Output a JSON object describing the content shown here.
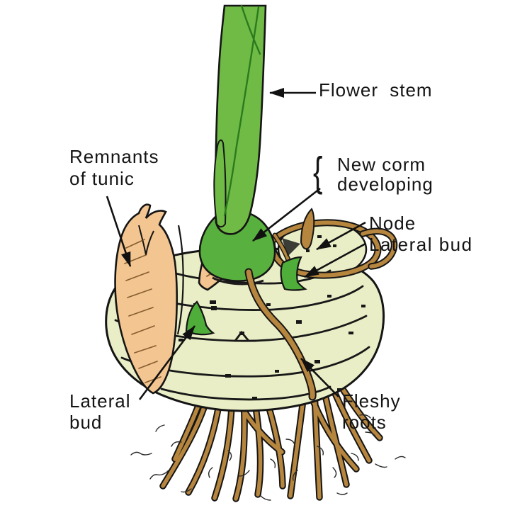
{
  "labels": {
    "flower_stem": "Flower stem",
    "remnants_of_tunic": {
      "line1": "Remnants",
      "line2": "of tunic"
    },
    "new_corm": {
      "brace": "{",
      "line1": "New corm",
      "line2": "developing"
    },
    "node": "Node",
    "lateral_bud_right": "Lateral bud",
    "lateral_bud_left": {
      "line1": "Lateral",
      "line2": "bud"
    },
    "fleshy_roots": {
      "line1": "Fleshy",
      "line2": "roots"
    }
  },
  "colors": {
    "background": "#ffffff",
    "stem_green": "#6fbb45",
    "new_corm_green": "#58b03e",
    "bud_green": "#4fae3a",
    "corm_body": "#eaeec6",
    "tunic_peach": "#f3c590",
    "root_tan": "#b6853e",
    "outline": "#151515",
    "label_text": "#141414"
  }
}
